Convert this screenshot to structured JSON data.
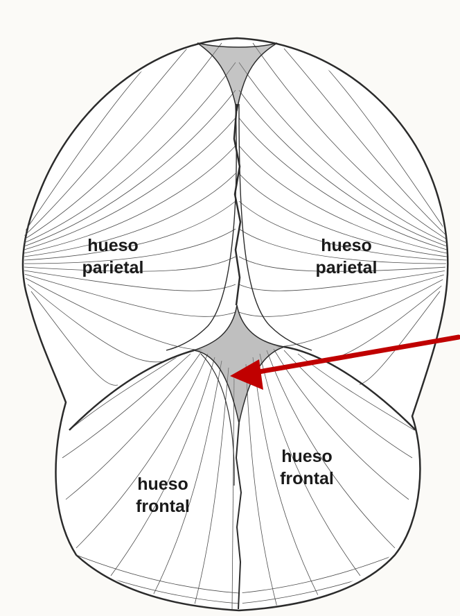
{
  "labels": {
    "parietal_left": {
      "line1": "hueso",
      "line2": "parietal"
    },
    "parietal_right": {
      "line1": "hueso",
      "line2": "parietal"
    },
    "frontal_left": {
      "line1": "hueso",
      "line2": "frontal"
    },
    "frontal_right": {
      "line1": "hueso",
      "line2": "frontal"
    }
  },
  "colors": {
    "paper": "#fbfaf7",
    "ink": "#2b2b2b",
    "fontanelle": "#8a8a8a",
    "arrow": "#c00000"
  }
}
